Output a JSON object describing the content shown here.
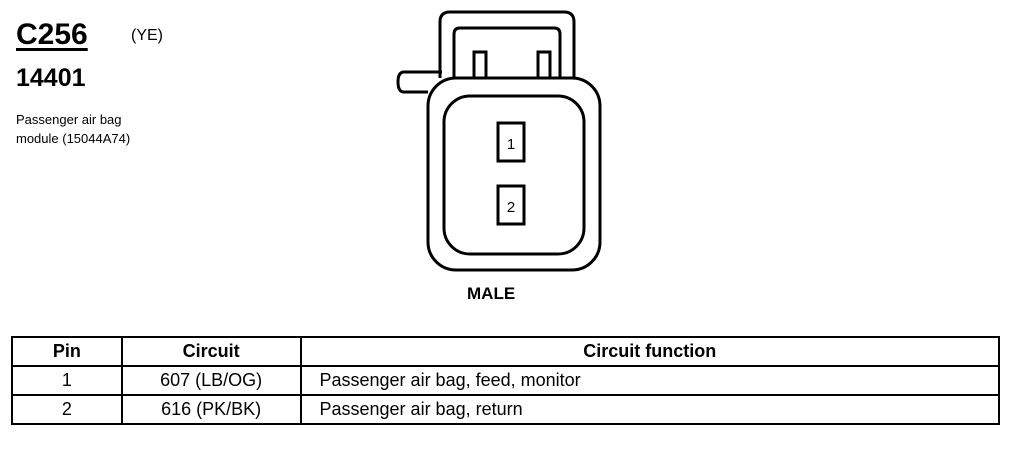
{
  "connector": {
    "code": "C256",
    "color_code": "(YE)",
    "part_number": "14401",
    "description_lines": [
      "Passenger air bag",
      "module (15044A74)"
    ],
    "gender": "MALE",
    "pin_labels": [
      "1",
      "2"
    ]
  },
  "table": {
    "headers": [
      "Pin",
      "Circuit",
      "Circuit function"
    ],
    "rows": [
      {
        "pin": "1",
        "circuit": "607 (LB/OG)",
        "function": "Passenger air bag, feed, monitor"
      },
      {
        "pin": "2",
        "circuit": "616 (PK/BK)",
        "function": "Passenger air bag, return"
      }
    ]
  }
}
